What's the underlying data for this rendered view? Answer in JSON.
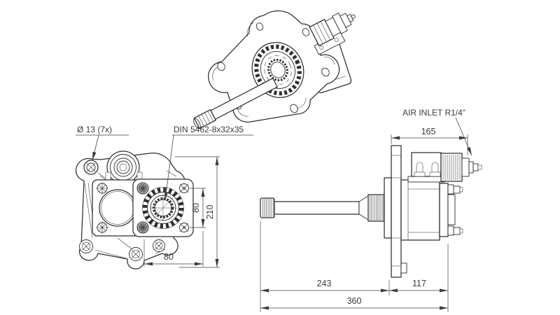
{
  "style": {
    "background": "#ffffff",
    "line_color": "#2e2e2e",
    "dimension_color": "#3c3c3c",
    "text_color": "#3a3a3a"
  },
  "views": {
    "front": {
      "labels": {
        "bolt_holes": "Ø 13 (7x)",
        "spline_standard": "DIN 5462-8x32x35"
      },
      "dimensions": {
        "flange_holes_vertical": "80",
        "overall_height": "210",
        "flange_holes_horizontal": "80"
      }
    },
    "side": {
      "labels": {
        "air_inlet": "AIR INLET R1/4\""
      },
      "dimensions": {
        "upper_length": "165",
        "shaft_to_flange": "243",
        "flange_to_rear": "117",
        "overall_length": "360"
      }
    }
  }
}
